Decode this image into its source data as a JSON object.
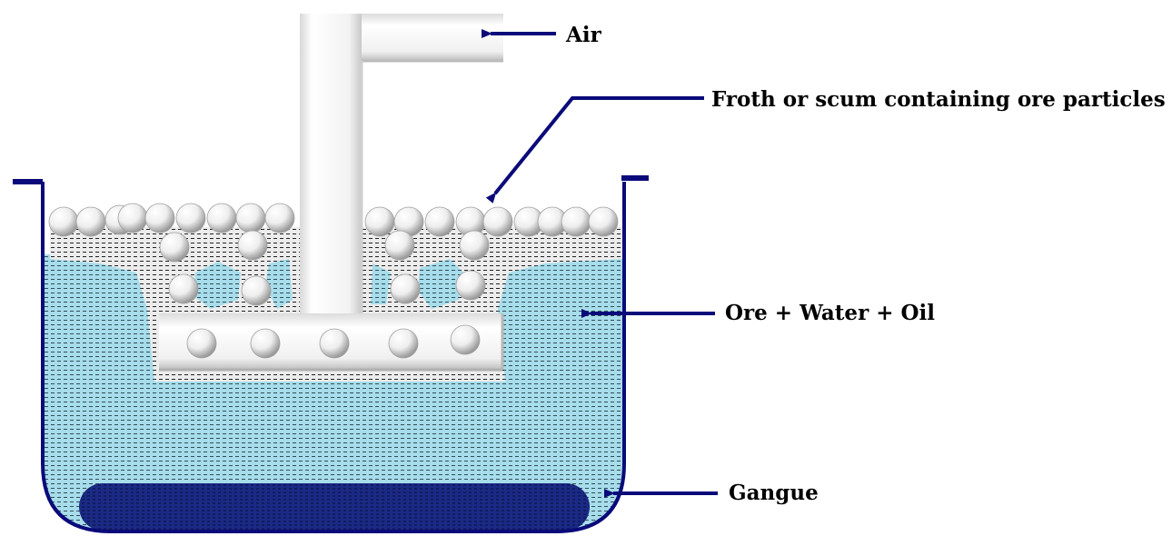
{
  "labels": {
    "air": "Air",
    "froth": "Froth or scum containing ore particles",
    "ore_mix": "Ore + Water + Oil",
    "gangue": "Gangue"
  },
  "colors": {
    "tank_outline": "#0a0a7a",
    "arrow": "#0a0a7a",
    "liquid": "#a7dcea",
    "liquid_dash": "#2e4f5a",
    "gangue": "#14207a",
    "froth": "#ececec",
    "bubble": "#f2f2f2"
  },
  "icons": {
    "pipe": "air-pipe",
    "bubble": "air-bubble"
  }
}
